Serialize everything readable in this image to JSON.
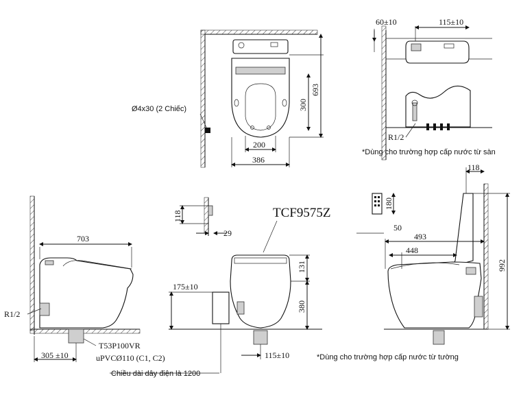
{
  "top_view": {
    "anchor_label": "Ø4x30 (2 Chiếc)",
    "dim_width": "386",
    "dim_inner": "200",
    "dim_depth": "693",
    "dim_bowl": "300"
  },
  "supply_floor": {
    "dim_offset": "60±10",
    "dim_span": "115±10",
    "thread": "R1/2",
    "note": "*Dùng cho trường hợp cấp nước từ sàn"
  },
  "side_left": {
    "dim_length": "703",
    "thread": "R1/2",
    "dim_outlet": "305 ±10",
    "part_code": "T53P100VR",
    "pipe": "uPVCØ110 (C1, C2)",
    "cord": "Chiều dài dây điện là 1200"
  },
  "front_view": {
    "model": "TCF9575Z",
    "dim_socket": "118",
    "dim_gap": "29",
    "dim_supply_height": "175±10",
    "dim_seat_top": "131",
    "dim_seat_height": "380",
    "dim_outlet": "115±10"
  },
  "side_right": {
    "dim_lid": "118",
    "dim_remote": "180",
    "dim_remote_w": "50",
    "dim_depth1": "493",
    "dim_depth2": "448",
    "dim_height": "992",
    "note": "*Dùng cho trường hợp cấp nước từ tường"
  }
}
